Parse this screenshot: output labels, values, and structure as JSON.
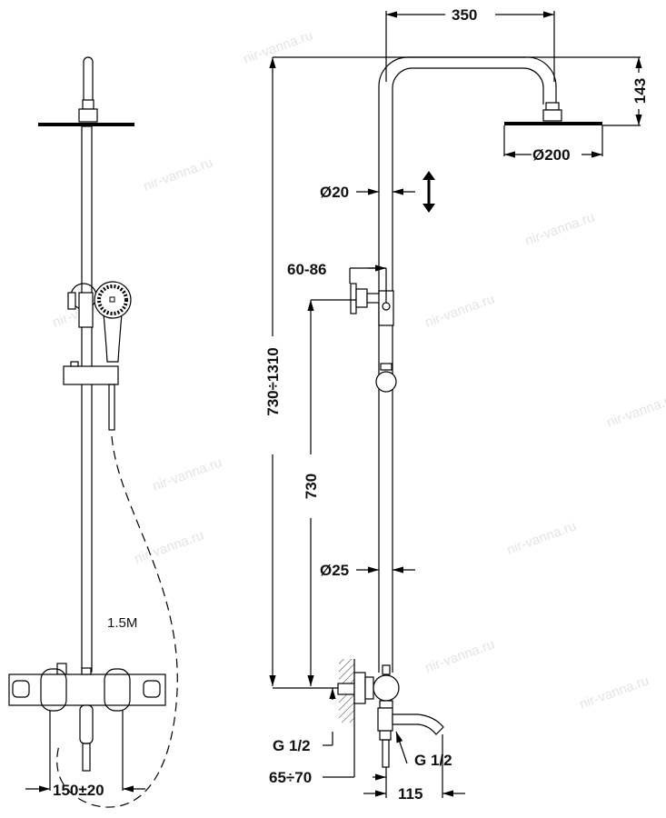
{
  "watermark": "nir-vanna.ru",
  "left_view": {
    "hose_length": "1.5M",
    "mixer_spacing": "150±20"
  },
  "right_view": {
    "arm_reach": "350",
    "head_drop": "143",
    "head_diameter": "Ø200",
    "upper_pipe_diameter": "Ø20",
    "bracket_offset": "60-86",
    "total_height": "730÷1310",
    "bracket_height": "730",
    "lower_pipe_diameter": "Ø25",
    "inlet_thread": "G 1/2",
    "outlet_thread": "G 1/2",
    "wall_offset": "65÷70",
    "spout_reach": "115"
  }
}
